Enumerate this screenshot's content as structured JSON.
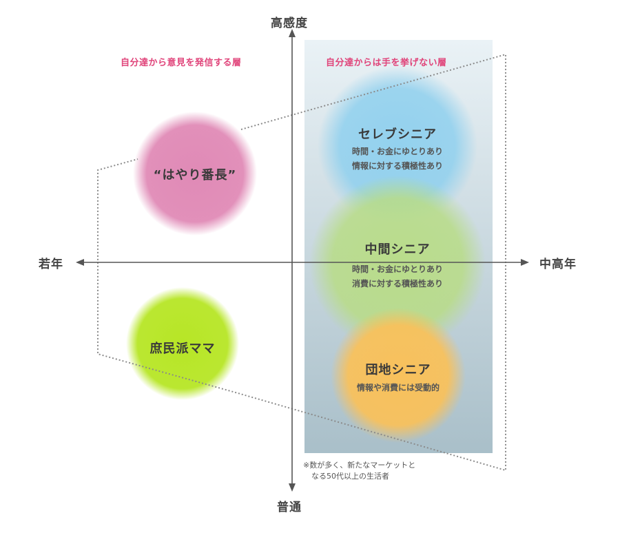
{
  "axes": {
    "top": "高感度",
    "bottom": "普通",
    "left": "若年",
    "right": "中高年"
  },
  "zones": {
    "left_label": "自分達から意見を発信する層",
    "right_label": "自分達からは手を挙げない層",
    "label_color": "#e0447a",
    "note_lines": [
      "※数が多く、新たなマーケットと",
      "なる50代以上の生活者"
    ]
  },
  "bubbles": {
    "hayari": {
      "title": "“はやり番長”",
      "color": "#e08ab6"
    },
    "shomin": {
      "title": "庶民派ママ",
      "color": "#b7e626"
    },
    "celeb": {
      "title": "セレブシニア",
      "desc": [
        "時間・お金にゆとりあり",
        "情報に対する積極性あり"
      ],
      "color": "#8fd0ee"
    },
    "middle": {
      "title": "中間シニア",
      "desc": [
        "時間・お金にゆとりあり",
        "消費に対する積極性あり"
      ],
      "color": "#b8dc86"
    },
    "danchi": {
      "title": "団地シニア",
      "desc": [
        "情報や消費には受動的"
      ],
      "color": "#f8c15c"
    }
  },
  "colors": {
    "panel_top": "#eaf2f6",
    "panel_bottom": "#a9bfc9",
    "axis": "#555555",
    "dotted": "#8a8a8a"
  }
}
